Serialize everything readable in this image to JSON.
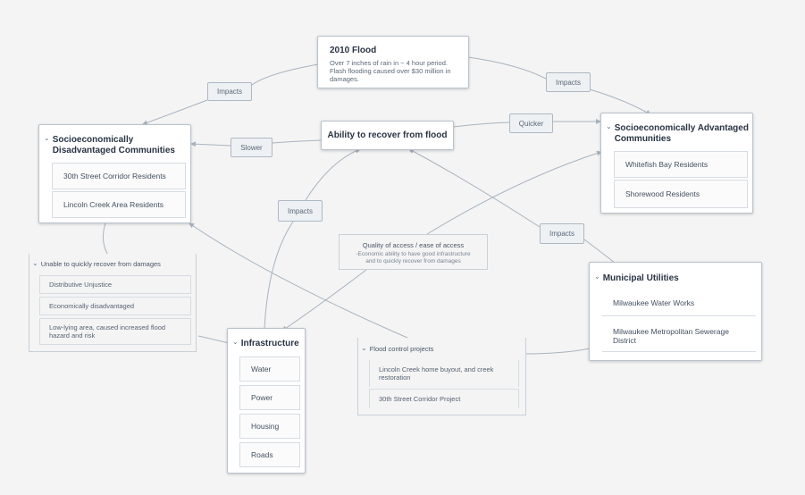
{
  "colors": {
    "background": "#f4f4f4",
    "edge": "#a9b3be",
    "card_border": "#b9c2cc",
    "label_bg": "#eef1f4"
  },
  "flood": {
    "title": "2010 Flood",
    "desc_line1": "Over 7 inches of rain in ~ 4 hour period.",
    "desc_line2": "Flash flooding caused over $30 million in",
    "desc_line3": "damages."
  },
  "ability": {
    "title": "Ability to recover from flood"
  },
  "disadvantaged": {
    "title_line1": "Socioeconomically",
    "title_line2": "Disadvantaged Communities",
    "items": [
      "30th Street Corridor Residents",
      "Lincoln Creek Area Residents"
    ]
  },
  "advantaged": {
    "title_line1": "Socioeconomically Advantaged",
    "title_line2": "Communities",
    "items": [
      "Whitefish Bay Residents",
      "Shorewood Residents"
    ]
  },
  "unable": {
    "title": "Unable to quickly recover from damages",
    "items": [
      "Distributive Unjustice",
      "Economically disadvantaged"
    ],
    "item3_line1": "Low-lying area, caused increased flood",
    "item3_line2": "hazard and risk"
  },
  "infrastructure": {
    "title": "Infrastructure",
    "items": [
      "Water",
      "Power",
      "Housing",
      "Roads"
    ]
  },
  "quality": {
    "title": "Quality of access / ease of access",
    "desc_line1": "-Economic ability to have good infrastructure",
    "desc_line2": "and to quickly recover from damages"
  },
  "flood_control": {
    "title": "Flood control projects",
    "item1_line1": "Lincoln Creek home buyout, and creek",
    "item1_line2": "restoration",
    "item2": "30th Street Corridor Project"
  },
  "utilities": {
    "title": "Municipal Utilities",
    "item1": "Milwaukee Water Works",
    "item2_line1": "Milwaukee Metropolitan Sewerage",
    "item2_line2": "District"
  },
  "edge_labels": {
    "impacts_flood_dis": "Impacts",
    "impacts_flood_adv": "Impacts",
    "slower": "Slower",
    "quicker": "Quicker",
    "impacts_infra": "Impacts",
    "impacts_util": "Impacts"
  }
}
